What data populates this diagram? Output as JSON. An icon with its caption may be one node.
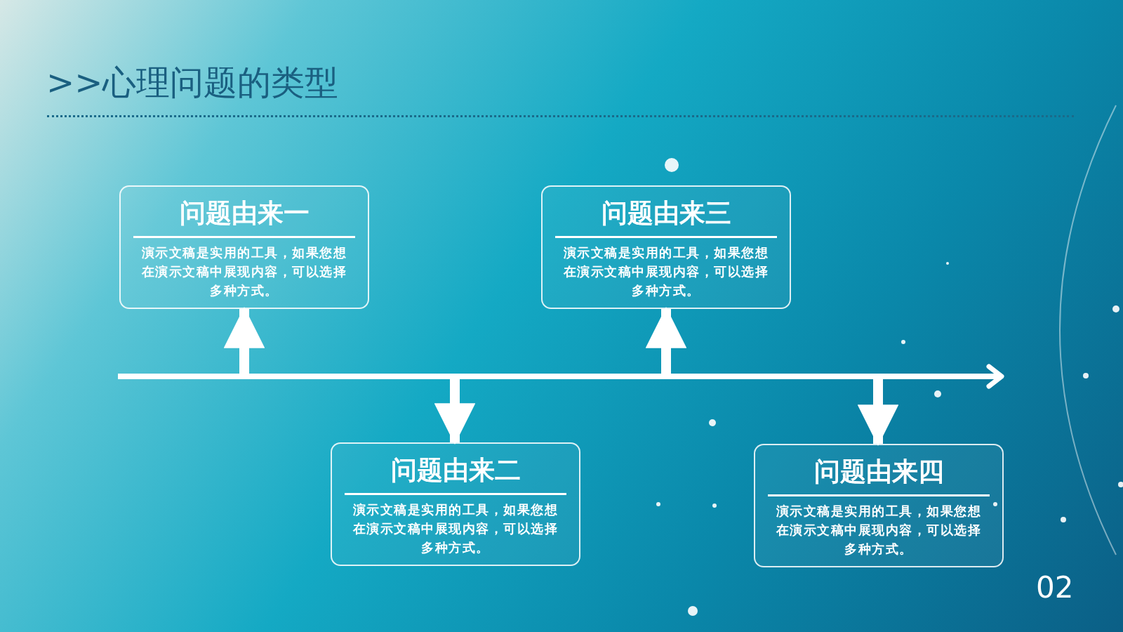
{
  "diagram": {
    "title": ">>心理问题的类型",
    "nodes": [
      {
        "text": [
          "问题由来一",
          "演示文稿是实用的工具，如果您想在演示文稿中展现内容，可以选择多种方式。"
        ]
      },
      {
        "text": [
          "问题由来二",
          "演示文稿是实用的工具，如果您想在演示文稿中展现内容，可以选择多种方式。"
        ]
      },
      {
        "text": [
          "问题由来三",
          "演示文稿是实用的工具，如果您想在演示文稿中展现内容，可以选择多种方式。"
        ]
      },
      {
        "text": [
          "问题由来四",
          "演示文稿是实用的工具，如果您想在演示文稿中展现内容，可以选择多种方式。"
        ]
      },
      {
        "text": [],
        "shape": "arrow"
      }
    ],
    "edges": [
      {
        "from": 4,
        "to": 0,
        "arrow": "to"
      },
      {
        "from": 4,
        "to": 1,
        "arrow": "to"
      },
      {
        "from": 4,
        "to": 2,
        "arrow": "to"
      },
      {
        "from": 4,
        "to": 3,
        "arrow": "to"
      }
    ],
    "labels": [
      "02"
    ]
  }
}
